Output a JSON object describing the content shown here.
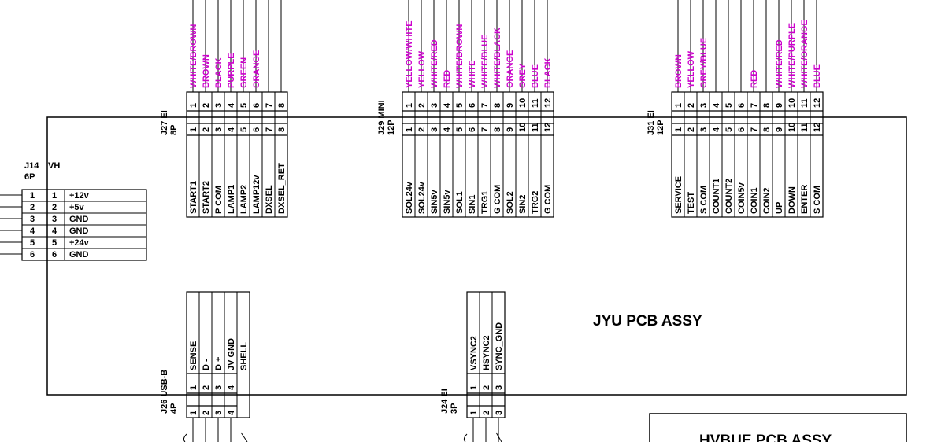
{
  "main_board": {
    "title": "JYU PCB ASSY"
  },
  "sub_board": {
    "title": "HVBUE PCB ASSY"
  },
  "j27": {
    "label": "J27 EI",
    "pins_count": "8P",
    "pin_numbers": [
      "1",
      "2",
      "3",
      "4",
      "5",
      "6",
      "7",
      "8"
    ],
    "signals": [
      "START1",
      "START2",
      "P COM",
      "LAMP1",
      "LAMP2",
      "LAMP12v",
      "DXSEL",
      "DXSEL_RET"
    ],
    "wires": [
      "WHITE/BROWN",
      "BROWN",
      "BLACK",
      "PURPLE",
      "GREEN",
      "ORANGE",
      "",
      ""
    ]
  },
  "j29": {
    "label": "J29 MINI",
    "pins_count": "12P",
    "pin_numbers": [
      "1",
      "2",
      "3",
      "4",
      "5",
      "6",
      "7",
      "8",
      "9",
      "10",
      "11",
      "12"
    ],
    "signals": [
      "SOL24v",
      "SOL24v",
      "SIN5v",
      "SIN5v",
      "SOL1",
      "SIN1",
      "TRG1",
      "G COM",
      "SOL2",
      "SIN2",
      "TRG2",
      "G COM"
    ],
    "wires": [
      "YELLOW/WHITE",
      "YELLOW",
      "WHITE/RED",
      "RED",
      "WHITE/BROWN",
      "WHITE",
      "WHITE/BLUE",
      "WHITE/BLACK",
      "ORANGE",
      "GREY",
      "BLUE",
      "BLACK"
    ]
  },
  "j31": {
    "label": "J31 EI",
    "pins_count": "12P",
    "pin_numbers": [
      "1",
      "2",
      "3",
      "4",
      "5",
      "6",
      "7",
      "8",
      "9",
      "10",
      "11",
      "12"
    ],
    "signals": [
      "SERVICE",
      "TEST",
      "S COM",
      "COUNT1",
      "COUNT2",
      "COIN5v",
      "COIN1",
      "COIN2",
      "UP",
      "DOWN",
      "ENTER",
      "S COM"
    ],
    "wires": [
      "BROWN",
      "YELLOW",
      "GREY/BLUE",
      "",
      "",
      "",
      "RED",
      "",
      "WHITE/RED",
      "WHITE/PURPLE",
      "WHITE/ORANGE",
      "BLUE"
    ]
  },
  "j14": {
    "label": "J14",
    "type": "VH",
    "pins_count": "6P",
    "pin_numbers": [
      "1",
      "2",
      "3",
      "4",
      "5",
      "6"
    ],
    "signals": [
      "+12v",
      "+5v",
      "GND",
      "GND",
      "+24v",
      "GND"
    ]
  },
  "j26": {
    "label": "J26 USB-B",
    "pins_count": "4P",
    "pin_numbers": [
      "1",
      "2",
      "3",
      "4"
    ],
    "signals": [
      "SENSE",
      "D -",
      "D +",
      "JV GND",
      "SHELL"
    ]
  },
  "j24": {
    "label": "J24 EI",
    "pins_count": "3P",
    "pin_numbers": [
      "1",
      "2",
      "3"
    ],
    "signals": [
      "VSYNC2",
      "HSYNC2",
      "SYNC_GND"
    ]
  },
  "colors": {
    "wire_label": "#cc00cc",
    "line": "#000000"
  }
}
